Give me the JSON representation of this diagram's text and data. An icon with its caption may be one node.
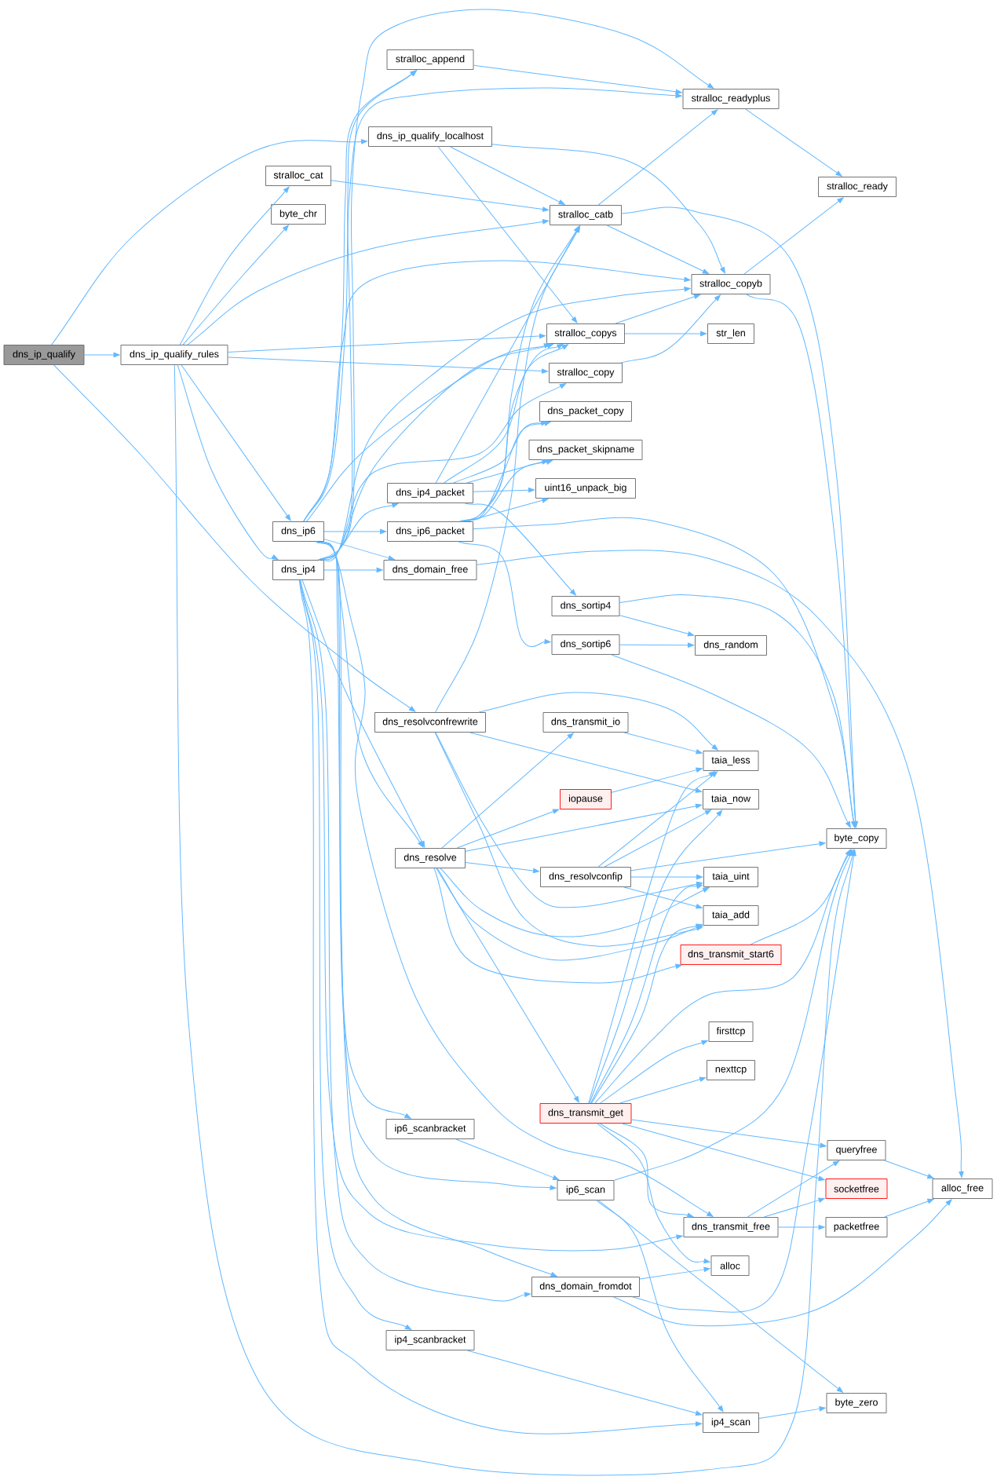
{
  "diagram": {
    "nodes": [
      {
        "text": [
          "stralloc_append"
        ]
      },
      {
        "text": [
          "stralloc_readyplus"
        ]
      },
      {
        "text": [
          "dns_ip_qualify_localhost"
        ]
      },
      {
        "text": [
          "stralloc_cat"
        ]
      },
      {
        "text": [
          "stralloc_ready"
        ]
      },
      {
        "text": [
          "byte_chr"
        ]
      },
      {
        "text": [
          "stralloc_catb"
        ]
      },
      {
        "text": [
          "stralloc_copyb"
        ]
      },
      {
        "text": [
          "stralloc_copys"
        ]
      },
      {
        "text": [
          "str_len"
        ]
      },
      {
        "text": [
          "dns_ip_qualify"
        ]
      },
      {
        "text": [
          "dns_ip_qualify_rules"
        ]
      },
      {
        "text": [
          "stralloc_copy"
        ]
      },
      {
        "text": [
          "dns_packet_copy"
        ]
      },
      {
        "text": [
          "dns_packet_skipname"
        ]
      },
      {
        "text": [
          "dns_ip4_packet"
        ]
      },
      {
        "text": [
          "uint16_unpack_big"
        ]
      },
      {
        "text": [
          "dns_ip6"
        ]
      },
      {
        "text": [
          "dns_ip6_packet"
        ]
      },
      {
        "text": [
          "dns_ip4"
        ]
      },
      {
        "text": [
          "dns_domain_free"
        ]
      },
      {
        "text": [
          "dns_sortip4"
        ]
      },
      {
        "text": [
          "dns_sortip6"
        ]
      },
      {
        "text": [
          "dns_random"
        ]
      },
      {
        "text": [
          "dns_resolvconfrewrite"
        ]
      },
      {
        "text": [
          "dns_transmit_io"
        ]
      },
      {
        "text": [
          "taia_less"
        ]
      },
      {
        "text": [
          "iopause"
        ]
      },
      {
        "text": [
          "taia_now"
        ]
      },
      {
        "text": [
          "byte_copy"
        ]
      },
      {
        "text": [
          "dns_resolve"
        ]
      },
      {
        "text": [
          "dns_resolvconfip"
        ]
      },
      {
        "text": [
          "taia_uint"
        ]
      },
      {
        "text": [
          "taia_add"
        ]
      },
      {
        "text": [
          "dns_transmit_start6"
        ]
      },
      {
        "text": [
          "firsttcp"
        ]
      },
      {
        "text": [
          "nexttcp"
        ]
      },
      {
        "text": [
          "dns_transmit_get"
        ]
      },
      {
        "text": [
          "ip6_scanbracket"
        ]
      },
      {
        "text": [
          "queryfree"
        ]
      },
      {
        "text": [
          "ip6_scan"
        ]
      },
      {
        "text": [
          "socketfree"
        ]
      },
      {
        "text": [
          "alloc_free"
        ]
      },
      {
        "text": [
          "dns_transmit_free"
        ]
      },
      {
        "text": [
          "packetfree"
        ]
      },
      {
        "text": [
          "alloc"
        ]
      },
      {
        "text": [
          "dns_domain_fromdot"
        ]
      },
      {
        "text": [
          "ip4_scanbracket"
        ]
      },
      {
        "text": [
          "byte_zero"
        ]
      },
      {
        "text": [
          "ip4_scan"
        ]
      }
    ],
    "edges": [
      {
        "from": 10,
        "to": 11,
        "arrow": "to"
      },
      {
        "from": 10,
        "to": 2,
        "arrow": "to"
      },
      {
        "from": 10,
        "to": 24,
        "arrow": "to"
      },
      {
        "from": 11,
        "to": 3,
        "arrow": "to"
      },
      {
        "from": 11,
        "to": 5,
        "arrow": "to"
      },
      {
        "from": 11,
        "to": 6,
        "arrow": "to"
      },
      {
        "from": 11,
        "to": 8,
        "arrow": "to"
      },
      {
        "from": 11,
        "to": 12,
        "arrow": "to"
      },
      {
        "from": 11,
        "to": 17,
        "arrow": "to"
      },
      {
        "from": 11,
        "to": 19,
        "arrow": "to"
      },
      {
        "from": 11,
        "to": 29,
        "arrow": "to"
      },
      {
        "from": 2,
        "to": 6,
        "arrow": "to"
      },
      {
        "from": 2,
        "to": 7,
        "arrow": "to"
      },
      {
        "from": 2,
        "to": 8,
        "arrow": "to"
      },
      {
        "from": 0,
        "to": 1,
        "arrow": "to"
      },
      {
        "from": 3,
        "to": 6,
        "arrow": "to"
      },
      {
        "from": 6,
        "to": 1,
        "arrow": "to"
      },
      {
        "from": 6,
        "to": 7,
        "arrow": "to"
      },
      {
        "from": 6,
        "to": 29,
        "arrow": "to"
      },
      {
        "from": 1,
        "to": 4,
        "arrow": "to"
      },
      {
        "from": 7,
        "to": 4,
        "arrow": "to"
      },
      {
        "from": 7,
        "to": 29,
        "arrow": "to"
      },
      {
        "from": 8,
        "to": 7,
        "arrow": "to"
      },
      {
        "from": 8,
        "to": 9,
        "arrow": "to"
      },
      {
        "from": 12,
        "to": 7,
        "arrow": "to"
      },
      {
        "from": 17,
        "to": 0,
        "arrow": "to"
      },
      {
        "from": 17,
        "to": 1,
        "arrow": "to"
      },
      {
        "from": 17,
        "to": 7,
        "arrow": "to"
      },
      {
        "from": 17,
        "to": 8,
        "arrow": "to"
      },
      {
        "from": 17,
        "to": 18,
        "arrow": "to"
      },
      {
        "from": 17,
        "to": 20,
        "arrow": "to"
      },
      {
        "from": 17,
        "to": 30,
        "arrow": "to"
      },
      {
        "from": 17,
        "to": 38,
        "arrow": "to"
      },
      {
        "from": 17,
        "to": 40,
        "arrow": "to"
      },
      {
        "from": 17,
        "to": 46,
        "arrow": "to"
      },
      {
        "from": 17,
        "to": 43,
        "arrow": "to"
      },
      {
        "from": 19,
        "to": 0,
        "arrow": "to"
      },
      {
        "from": 19,
        "to": 1,
        "arrow": "to"
      },
      {
        "from": 19,
        "to": 7,
        "arrow": "to"
      },
      {
        "from": 19,
        "to": 8,
        "arrow": "to"
      },
      {
        "from": 19,
        "to": 12,
        "arrow": "to"
      },
      {
        "from": 19,
        "to": 15,
        "arrow": "to"
      },
      {
        "from": 19,
        "to": 20,
        "arrow": "to"
      },
      {
        "from": 19,
        "to": 30,
        "arrow": "to"
      },
      {
        "from": 19,
        "to": 47,
        "arrow": "to"
      },
      {
        "from": 19,
        "to": 49,
        "arrow": "to"
      },
      {
        "from": 19,
        "to": 46,
        "arrow": "to"
      },
      {
        "from": 19,
        "to": 43,
        "arrow": "to"
      },
      {
        "from": 15,
        "to": 8,
        "arrow": "to"
      },
      {
        "from": 15,
        "to": 6,
        "arrow": "to"
      },
      {
        "from": 15,
        "to": 13,
        "arrow": "to"
      },
      {
        "from": 15,
        "to": 14,
        "arrow": "to"
      },
      {
        "from": 15,
        "to": 16,
        "arrow": "to"
      },
      {
        "from": 15,
        "to": 21,
        "arrow": "to"
      },
      {
        "from": 18,
        "to": 8,
        "arrow": "to"
      },
      {
        "from": 18,
        "to": 6,
        "arrow": "to"
      },
      {
        "from": 18,
        "to": 13,
        "arrow": "to"
      },
      {
        "from": 18,
        "to": 14,
        "arrow": "to"
      },
      {
        "from": 18,
        "to": 16,
        "arrow": "to"
      },
      {
        "from": 18,
        "to": 29,
        "arrow": "to"
      },
      {
        "from": 18,
        "to": 22,
        "arrow": "to"
      },
      {
        "from": 20,
        "to": 42,
        "arrow": "to"
      },
      {
        "from": 21,
        "to": 23,
        "arrow": "to"
      },
      {
        "from": 21,
        "to": 29,
        "arrow": "to"
      },
      {
        "from": 22,
        "to": 23,
        "arrow": "to"
      },
      {
        "from": 22,
        "to": 29,
        "arrow": "to"
      },
      {
        "from": 24,
        "to": 26,
        "arrow": "to"
      },
      {
        "from": 24,
        "to": 28,
        "arrow": "to"
      },
      {
        "from": 24,
        "to": 6,
        "arrow": "to"
      },
      {
        "from": 24,
        "to": 32,
        "arrow": "to"
      },
      {
        "from": 24,
        "to": 33,
        "arrow": "to"
      },
      {
        "from": 25,
        "to": 26,
        "arrow": "to"
      },
      {
        "from": 27,
        "to": 26,
        "arrow": "to"
      },
      {
        "from": 30,
        "to": 25,
        "arrow": "to"
      },
      {
        "from": 30,
        "to": 27,
        "arrow": "to"
      },
      {
        "from": 30,
        "to": 28,
        "arrow": "to"
      },
      {
        "from": 30,
        "to": 31,
        "arrow": "to"
      },
      {
        "from": 30,
        "to": 32,
        "arrow": "to"
      },
      {
        "from": 30,
        "to": 33,
        "arrow": "to"
      },
      {
        "from": 30,
        "to": 34,
        "arrow": "to"
      },
      {
        "from": 30,
        "to": 37,
        "arrow": "to"
      },
      {
        "from": 31,
        "to": 26,
        "arrow": "to"
      },
      {
        "from": 31,
        "to": 28,
        "arrow": "to"
      },
      {
        "from": 31,
        "to": 29,
        "arrow": "to"
      },
      {
        "from": 31,
        "to": 32,
        "arrow": "to"
      },
      {
        "from": 31,
        "to": 33,
        "arrow": "to"
      },
      {
        "from": 34,
        "to": 29,
        "arrow": "to"
      },
      {
        "from": 37,
        "to": 26,
        "arrow": "to"
      },
      {
        "from": 37,
        "to": 28,
        "arrow": "to"
      },
      {
        "from": 37,
        "to": 32,
        "arrow": "to"
      },
      {
        "from": 37,
        "to": 33,
        "arrow": "to"
      },
      {
        "from": 37,
        "to": 29,
        "arrow": "to"
      },
      {
        "from": 37,
        "to": 35,
        "arrow": "to"
      },
      {
        "from": 37,
        "to": 36,
        "arrow": "to"
      },
      {
        "from": 37,
        "to": 39,
        "arrow": "to"
      },
      {
        "from": 37,
        "to": 41,
        "arrow": "to"
      },
      {
        "from": 37,
        "to": 43,
        "arrow": "to"
      },
      {
        "from": 37,
        "to": 45,
        "arrow": "to"
      },
      {
        "from": 38,
        "to": 40,
        "arrow": "to"
      },
      {
        "from": 40,
        "to": 29,
        "arrow": "to"
      },
      {
        "from": 40,
        "to": 49,
        "arrow": "to"
      },
      {
        "from": 40,
        "to": 48,
        "arrow": "to"
      },
      {
        "from": 43,
        "to": 39,
        "arrow": "to"
      },
      {
        "from": 43,
        "to": 41,
        "arrow": "to"
      },
      {
        "from": 43,
        "to": 44,
        "arrow": "to"
      },
      {
        "from": 39,
        "to": 42,
        "arrow": "to"
      },
      {
        "from": 44,
        "to": 42,
        "arrow": "to"
      },
      {
        "from": 46,
        "to": 45,
        "arrow": "to"
      },
      {
        "from": 46,
        "to": 29,
        "arrow": "to"
      },
      {
        "from": 46,
        "to": 42,
        "arrow": "to"
      },
      {
        "from": 47,
        "to": 49,
        "arrow": "to"
      },
      {
        "from": 49,
        "to": 48,
        "arrow": "to"
      }
    ]
  }
}
